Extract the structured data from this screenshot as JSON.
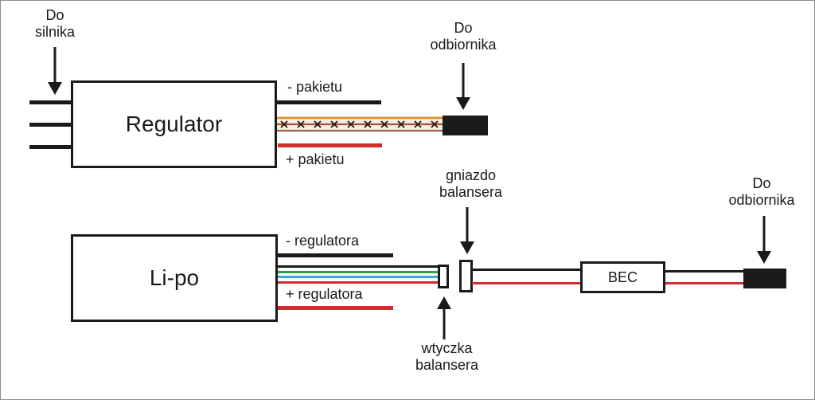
{
  "diagram_type": "RC wiring diagram (ESC / Li-po / BEC connections)",
  "colors": {
    "wire_black": "#1a1a1a",
    "wire_red": "#d22c2c",
    "servo_orange": "#e08a25",
    "servo_dark_red": "#b0493f",
    "servo_brown": "#9a6258",
    "balancer_green": "#2f9e4f",
    "balancer_blue": "#3fa7dc",
    "connector_black": "#1a1a1a",
    "canvas_border": "#8c8c8c"
  },
  "top_circuit": {
    "motor_arrow_label": "Do\nsilnika",
    "esc_box_label": "Regulator",
    "battery_minus_label": "- pakietu",
    "battery_plus_label": "+ pakietu",
    "receiver_arrow_label": "Do\nodbiornika"
  },
  "bottom_circuit": {
    "battery_box_label": "Li-po",
    "esc_minus_label": "- regulatora",
    "esc_plus_label": "+ regulatora",
    "balancer_socket_label": "gniazdo\nbalansera",
    "balancer_plug_label": "wtyczka\nbalansera",
    "bec_box_label": "BEC",
    "receiver_arrow_label": "Do\nodbiornika"
  }
}
